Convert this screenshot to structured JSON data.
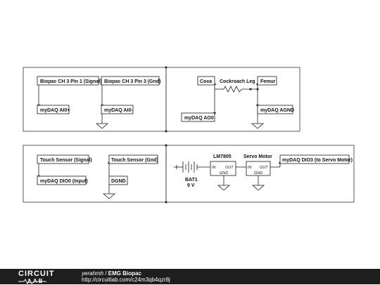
{
  "colors": {
    "wire": "#1a1a1a",
    "box": "#333333",
    "footer_bg": "#1e1e1e",
    "footer_text": "#ffffff"
  },
  "block1": {
    "label_signal": "Biopac CH 3 Pin 1 (Signal)",
    "label_gnd": "Biopac CH 3 Pin 3 (Gnd)",
    "label_ai0p": "myDAQ AI0+",
    "label_ai0m": "myDAQ AI0-"
  },
  "block2": {
    "label_coxa": "Coxa",
    "label_leg": "Cockroach Leg",
    "label_femur": "Femur",
    "label_ao0": "myDAQ AO0",
    "label_agnd": "myDAQ AGND"
  },
  "block3": {
    "label_touch_signal": "Touch Sensor (Signal)",
    "label_touch_gnd": "Touch Sensor (Gnd)",
    "label_dio0": "myDAQ DIO0 (Input)",
    "label_dgnd": "DGND"
  },
  "block4": {
    "battery_name": "BAT1",
    "battery_value": "9 V",
    "reg_name": "LM7805",
    "servo_name": "Servo Motor",
    "pin_in": "IN",
    "pin_out": "OUT",
    "pin_gnd": "GND",
    "label_dio3": "myDAQ DIO3 (to Servo Motor)"
  },
  "footer": {
    "logo_top": "CIRCUIT",
    "logo_bottom": "LAB",
    "author": "yerahmh",
    "separator": " / ",
    "title": "EMG Biopac",
    "url": "http://circuitlab.com/c24m3qb4qzr8j"
  }
}
